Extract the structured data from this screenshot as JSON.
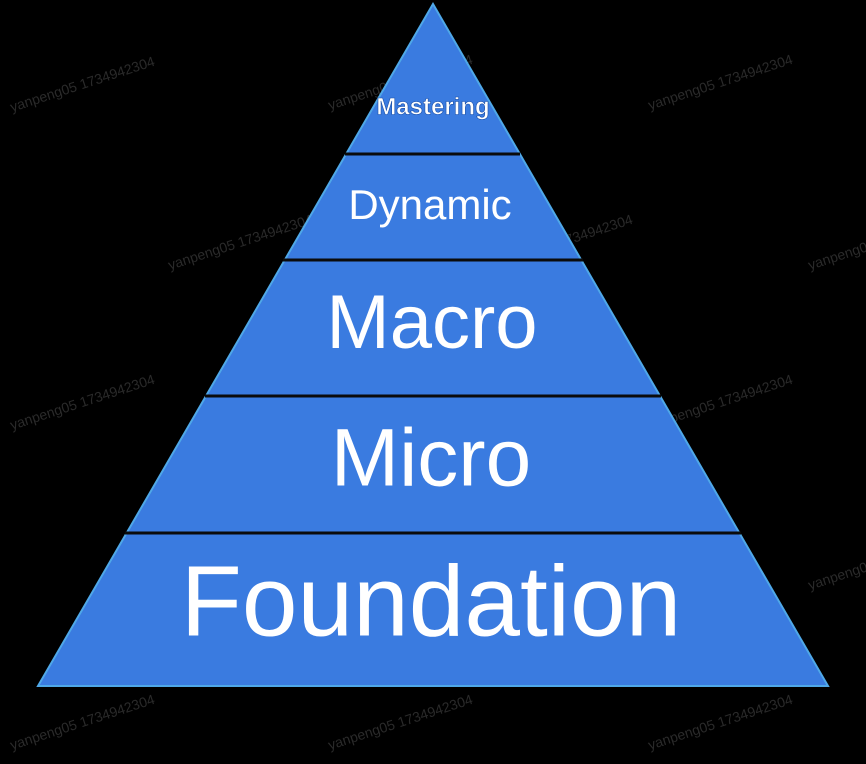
{
  "pyramid": {
    "fill_color": "#3A7BE0",
    "outline_color": "#4FA8E8",
    "divider_color": "#0B0B0B",
    "tiers": [
      {
        "label": "Mastering"
      },
      {
        "label": "Dynamic"
      },
      {
        "label": "Macro"
      },
      {
        "label": "Micro"
      },
      {
        "label": "Foundation"
      }
    ]
  },
  "watermark": {
    "text": "yanpeng05 1734942304"
  }
}
